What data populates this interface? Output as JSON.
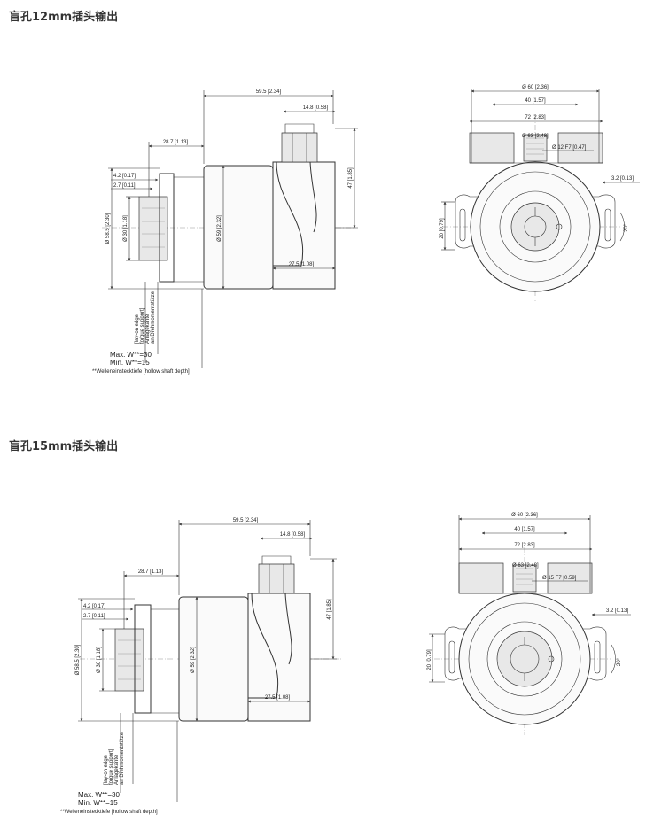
{
  "sections": [
    {
      "title": "盲孔12mm插头输出",
      "side": {
        "d_overall_len": "59.5 [2.34]",
        "d_connector": "14.8 [0.58]",
        "d_offset": "28.7 [1.13]",
        "d_flange_a": "4.2 [0.17]",
        "d_flange_b": "2.7 [0.11]",
        "d_height_total": "Ø 58.5 [2.30]",
        "d_bore": "Ø 30 [1.18]",
        "d_body": "Ø 59 [2.32]",
        "d_conn_height": "47 [1.85]",
        "d_body_len": "27.5 [1.08]",
        "torque_label": "[lay-on edge\ntorque support]\nAnlagekante\nan Drehmomentstütze",
        "max_w": "Max. W**=30",
        "min_w": "Min. W**=15",
        "footnote": "**Welleneinstecktiefe [hollow shaft depth]"
      },
      "front": {
        "d_outer": "Ø 60 [2.36]",
        "d_bolt": "40 [1.57]",
        "d_width": "72 [2.83]",
        "d_inner": "Ø 63 [2.48]",
        "d_bore_fit": "Ø 12 F7 [0.47]",
        "d_slot": "3.2 [0.13]",
        "d_offset_v": "20 [0.79]",
        "d_angle": "20°"
      }
    },
    {
      "title": "盲孔15mm插头输出",
      "side": {
        "d_overall_len": "59.5 [2.34]",
        "d_connector": "14.8 [0.58]",
        "d_offset": "28.7 [1.13]",
        "d_flange_a": "4.2 [0.17]",
        "d_flange_b": "2.7 [0.11]",
        "d_height_total": "Ø 58.5 [2.30]",
        "d_bore": "Ø 30 [1.18]",
        "d_body": "Ø 59 [2.32]",
        "d_conn_height": "47 [1.85]",
        "d_body_len": "27.5 [1.08]",
        "torque_label": "[lay-on edge\ntorque support]\nAnlagekante\nan Drehmomentstütze",
        "max_w": "Max. W**=30",
        "min_w": "Min. W**=15",
        "footnote": "**Welleneinstecktiefe [hollow shaft depth]"
      },
      "front": {
        "d_outer": "Ø 60 [2.36]",
        "d_bolt": "40 [1.57]",
        "d_width": "72 [2.83]",
        "d_inner": "Ø 63 [2.48]",
        "d_bore_fit": "Ø 15 F7 [0.59]",
        "d_slot": "3.2 [0.13]",
        "d_offset_v": "20 [0.79]",
        "d_angle": "20°"
      }
    }
  ]
}
